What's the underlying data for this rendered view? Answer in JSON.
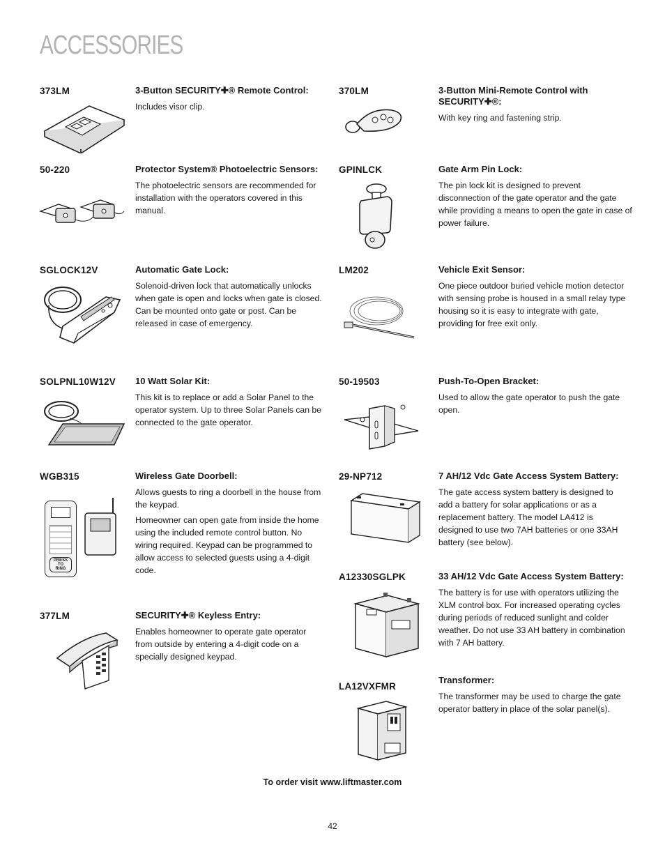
{
  "page": {
    "title": "ACCESSORIES",
    "footer": "To order visit www.liftmaster.com",
    "page_number": "42"
  },
  "items": [
    {
      "model": "373LM",
      "title": "3-Button SECURITY✚® Remote Control:",
      "body": [
        "Includes visor clip."
      ],
      "icon": "remote-control-icon"
    },
    {
      "model": "50-220",
      "title": "Protector System® Photoelectric Sensors:",
      "body": [
        "The photoelectric sensors are recommended for installation with the operators covered in this manual."
      ],
      "icon": "photoelectric-sensors-icon"
    },
    {
      "model": "SGLOCK12V",
      "title": "Automatic Gate Lock:",
      "body": [
        "Solenoid-driven lock that automatically unlocks when gate is open and locks when gate is closed. Can be mounted onto gate or post. Can be released in case of emergency."
      ],
      "icon": "gate-lock-icon"
    },
    {
      "model": "SOLPNL10W12V",
      "title": "10 Watt Solar Kit:",
      "body": [
        "This kit is to replace or add a Solar Panel to the operator system. Up to three Solar Panels can be connected to the gate operator."
      ],
      "icon": "solar-panel-icon"
    },
    {
      "model": "WGB315",
      "title": "Wireless Gate Doorbell:",
      "body": [
        "Allows guests to ring a doorbell in the house from the keypad.",
        "Homeowner can open gate from inside the home using the included remote control button. No wiring required. Keypad can be programmed to allow access to selected guests using a 4-digit code."
      ],
      "icon": "doorbell-icon",
      "icon_text": [
        "PRESS",
        "TO",
        "RING"
      ]
    },
    {
      "model": "377LM",
      "title": "SECURITY✚® Keyless Entry:",
      "body": [
        "Enables homeowner to operate gate operator from outside by entering a 4-digit code on a specially designed keypad."
      ],
      "icon": "keypad-icon"
    },
    {
      "model": "370LM",
      "title": "3-Button Mini-Remote Control with SECURITY✚®:",
      "body": [
        "With key ring and fastening strip."
      ],
      "icon": "mini-remote-icon"
    },
    {
      "model": "GPINLCK",
      "title": "Gate Arm Pin Lock:",
      "body": [
        "The pin lock kit is designed to prevent disconnection of the gate operator and the gate while providing a means to open the gate in case of power failure."
      ],
      "icon": "pin-lock-icon"
    },
    {
      "model": "LM202",
      "title": "Vehicle Exit Sensor:",
      "body": [
        "One piece outdoor buried vehicle motion detector with sensing probe is housed in a small relay type housing so it is easy to integrate with gate, providing for free exit only."
      ],
      "icon": "exit-sensor-icon"
    },
    {
      "model": "50-19503",
      "title": "Push-To-Open Bracket:",
      "body": [
        "Used to allow the gate operator to push the gate open."
      ],
      "icon": "bracket-icon"
    },
    {
      "model": "29-NP712",
      "title": "7 AH/12 Vdc Gate Access System Battery:",
      "body": [
        "The gate access system battery is designed to add a battery for solar applications or as a replacement battery. The model LA412 is designed to use two 7AH batteries or one 33AH battery (see below)."
      ],
      "icon": "battery-7ah-icon"
    },
    {
      "model": "A12330SGLPK",
      "title": "33 AH/12 Vdc Gate Access System Battery:",
      "body": [
        "The battery is for use with operators utilizing the XLM control box. For increased operating cycles during periods of reduced sunlight and colder weather. Do not use 33 AH battery in combination with 7 AH battery."
      ],
      "icon": "battery-33ah-icon"
    },
    {
      "model": "LA12VXFMR",
      "title": "Transformer:",
      "body": [
        "The transformer may be used to charge the gate operator battery in place of the solar panel(s)."
      ],
      "icon": "transformer-icon"
    }
  ]
}
